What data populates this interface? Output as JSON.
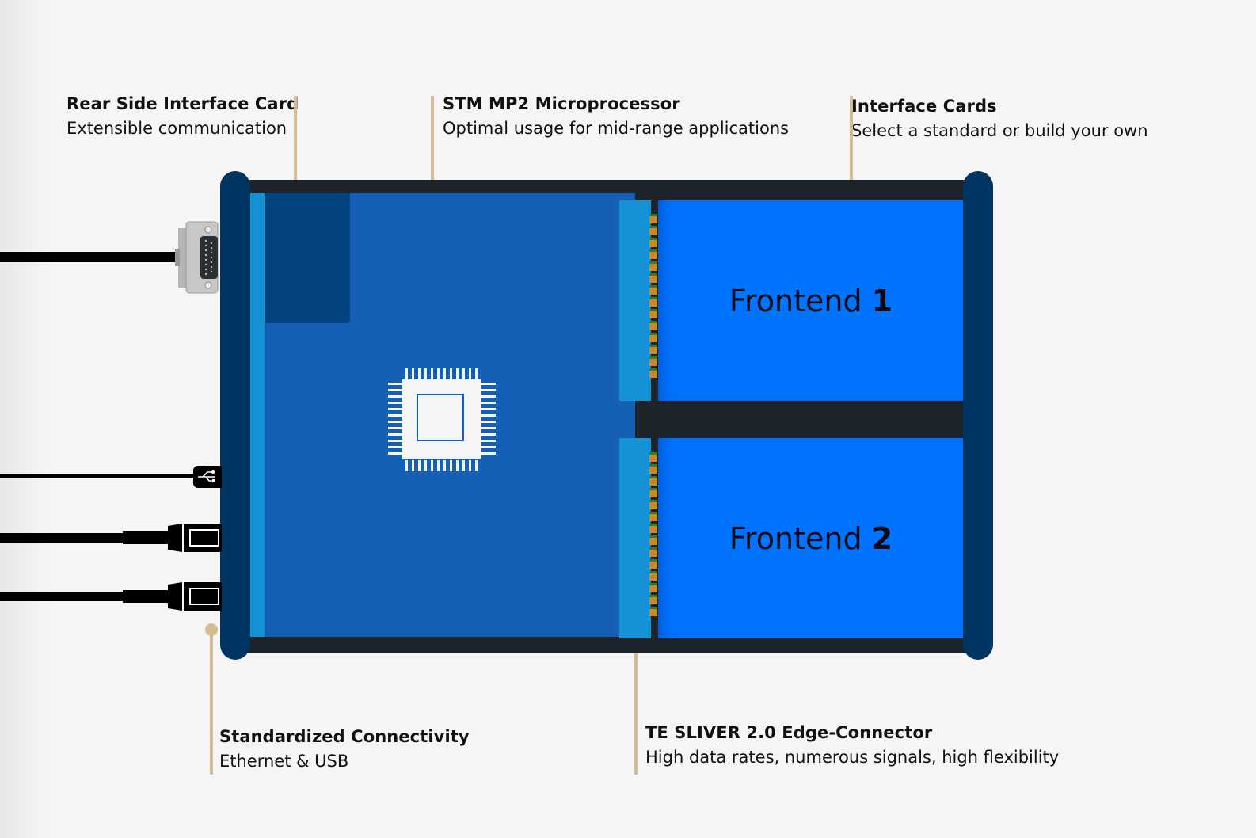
{
  "diagram": {
    "callouts": [
      {
        "id": "rear-card",
        "title": "Rear Side Interface Card",
        "subtitle": "Extensible communication"
      },
      {
        "id": "mpu",
        "title": "STM MP2 Microprocessor",
        "subtitle": "Optimal usage for mid-range applications"
      },
      {
        "id": "interface-cards",
        "title": "Interface Cards",
        "subtitle": "Select a standard or build your own"
      },
      {
        "id": "connectivity",
        "title": "Standardized Connectivity",
        "subtitle": "Ethernet & USB"
      },
      {
        "id": "edge-connector",
        "title": "TE SLIVER 2.0 Edge-Connector",
        "subtitle": "High data rates, numerous signals, high flexibility"
      }
    ],
    "frontends": [
      {
        "name": "Frontend",
        "number": "1"
      },
      {
        "name": "Frontend",
        "number": "2"
      }
    ],
    "ports": [
      {
        "type": "serial-dsub",
        "icon": "dsub-connector-icon"
      },
      {
        "type": "usb",
        "icon": "usb-icon"
      },
      {
        "type": "ethernet",
        "icon": "ethernet-connector-icon"
      },
      {
        "type": "ethernet",
        "icon": "ethernet-connector-icon"
      }
    ],
    "colors": {
      "background": "#f5f5f5",
      "rail": "#003462",
      "frame": "#1c232a",
      "mainboard": "#1560b5",
      "slot": "#1591d6",
      "frontend": "#0073ff",
      "leader": "#d2bc93",
      "pin_gold": "#c88a26",
      "pin_green": "#2e7d32"
    }
  }
}
